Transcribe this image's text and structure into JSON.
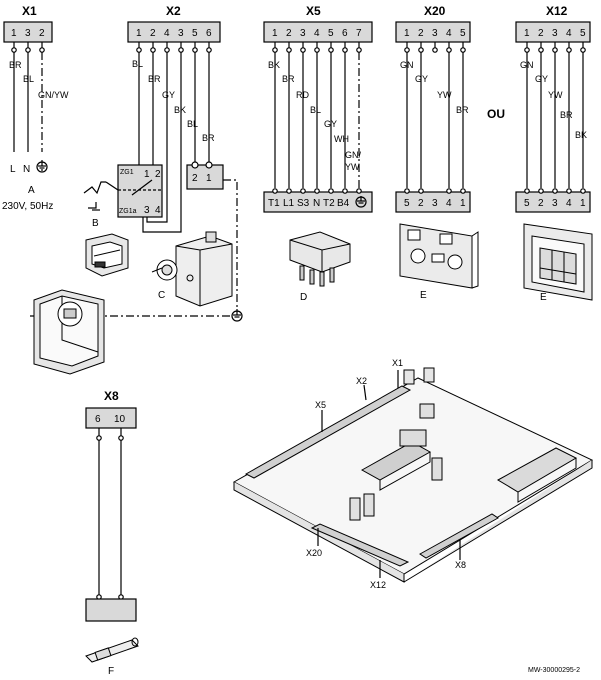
{
  "x1": {
    "header": "X1",
    "pins": [
      "1",
      "3",
      "2"
    ],
    "wires": [
      "BR",
      "BL",
      "GN/YW"
    ],
    "ends": [
      "L",
      "N"
    ],
    "label": "A",
    "supply": "230V, 50Hz"
  },
  "x2": {
    "header": "X2",
    "pins": [
      "1",
      "2",
      "4",
      "3",
      "5",
      "6"
    ],
    "wires": [
      "BL",
      "BR",
      "GY",
      "BK",
      "BL",
      "BR"
    ],
    "relay_top": "ZG1",
    "relay_bottom": "ZG1a",
    "relay_pins": [
      "1",
      "2",
      "3",
      "4"
    ],
    "plug_pins": [
      "2",
      "1"
    ],
    "label_b": "B",
    "label_c": "C"
  },
  "x5": {
    "header": "X5",
    "pins": [
      "1",
      "2",
      "3",
      "4",
      "5",
      "6",
      "7"
    ],
    "wires": [
      "BK",
      "BR",
      "RD",
      "BL",
      "GY",
      "WH",
      "GN/",
      "YW"
    ],
    "terminals": [
      "T1",
      "L1",
      "S3",
      "N",
      "T2",
      "B4"
    ],
    "label": "D"
  },
  "x20": {
    "header": "X20",
    "pins": [
      "1",
      "2",
      "3",
      "4",
      "5"
    ],
    "wires": [
      "GN",
      "GY",
      "YW",
      "BR"
    ],
    "bottom_pins": [
      "5",
      "2",
      "3",
      "4",
      "1"
    ],
    "label": "E"
  },
  "ou": "OU",
  "x12": {
    "header": "X12",
    "pins": [
      "1",
      "2",
      "3",
      "4",
      "5"
    ],
    "wires": [
      "GN",
      "GY",
      "YW",
      "BR",
      "BK"
    ],
    "bottom_pins": [
      "5",
      "2",
      "3",
      "4",
      "1"
    ],
    "label": "E"
  },
  "x8": {
    "header": "X8",
    "pins": [
      "6",
      "10"
    ],
    "label": "F"
  },
  "board_labels": [
    "X1",
    "X2",
    "X5",
    "X20",
    "X12",
    "X8"
  ],
  "reference": "MW-30000295-2"
}
